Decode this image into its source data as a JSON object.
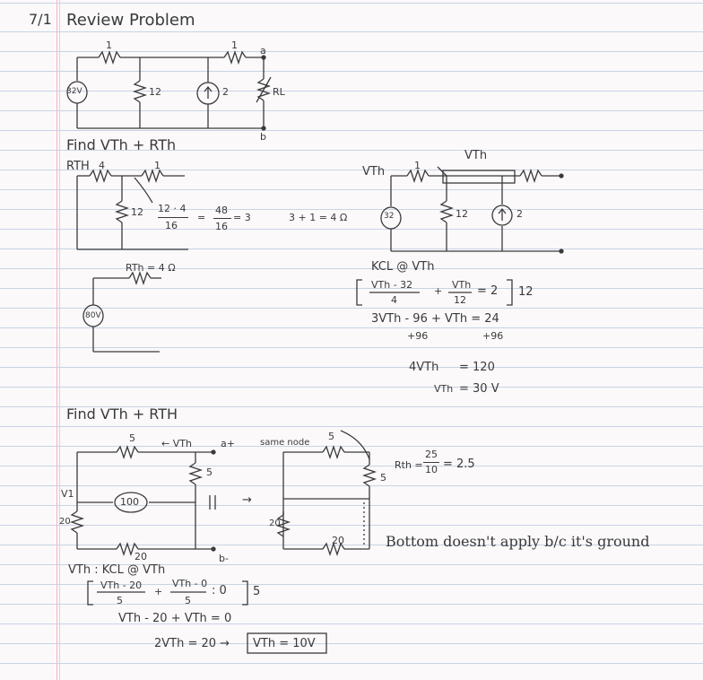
{
  "page": {
    "date": "7/1",
    "title": "Review Problem"
  },
  "circuit1": {
    "r_top": "1",
    "r_right_top": "1",
    "node_a": "a",
    "node_b": "b",
    "r_shunt": "12",
    "source_v": "32V",
    "source_i": "2",
    "load": "RL"
  },
  "section1": {
    "heading": "Find VTh + RTh",
    "rth_label": "RTH",
    "rth_r1": "4",
    "rth_r2": "1",
    "rth_r12": "12",
    "calc_frac_num": "12 · 4",
    "calc_frac_den": "16",
    "calc_eq_num": "48",
    "calc_eq_den": "16",
    "calc_eq_result": "= 3",
    "calc_sum": "3 + 1 = 4 Ω",
    "equiv_r": "RTh = 4 Ω",
    "equiv_v": "80V"
  },
  "section2": {
    "vth_label": "VTh",
    "vth_top": "VTh",
    "r1": "1",
    "r12": "12",
    "src_v": "32",
    "src_i": "2",
    "kcl_heading": "KCL @ VTh",
    "kcl_t1_num": "VTh - 32",
    "kcl_t1_den": "4",
    "kcl_plus": "+",
    "kcl_t2_num": "VTh",
    "kcl_t2_den": "12",
    "kcl_rhs": "= 2",
    "kcl_mult": "12",
    "step1": "3VTh - 96 + VTh = 24",
    "step1_add_l": "+96",
    "step1_add_r": "+96",
    "step2_l": "4VTh",
    "step2_r": "= 120",
    "step3_l": "VTh",
    "step3_r": "= 30 V"
  },
  "section3": {
    "heading": "Find VTh + RTH",
    "r_top": "5",
    "arrow_label": "← VTh",
    "node_a": "a+",
    "node_b": "b-",
    "r_mid": "5",
    "r_left": "20",
    "r_bottom": "20",
    "v1": "V1",
    "src": "100",
    "arrow": "→",
    "same_node": "same node",
    "eq_r": "5",
    "eq_r_side": "5",
    "eq_r_left": "20",
    "eq_r_bottom": "20",
    "rth_label": "Rth = ",
    "rth_num": "25",
    "rth_den": "10",
    "rth_res": "= 2.5",
    "note": "Bottom doesn't apply b/c it's ground",
    "kcl_heading": "VTh : KCL @ VTh",
    "kcl_t1_num": "VTh - 20",
    "kcl_t1_den": "5",
    "kcl_plus": "+",
    "kcl_t2_num": "VTh - 0",
    "kcl_t2_den": "5",
    "kcl_rhs": ": 0",
    "kcl_mult": "5",
    "step1": "VTh - 20 + VTh = 0",
    "step2": "2VTh = 20 →",
    "answer": "VTh = 10V"
  }
}
